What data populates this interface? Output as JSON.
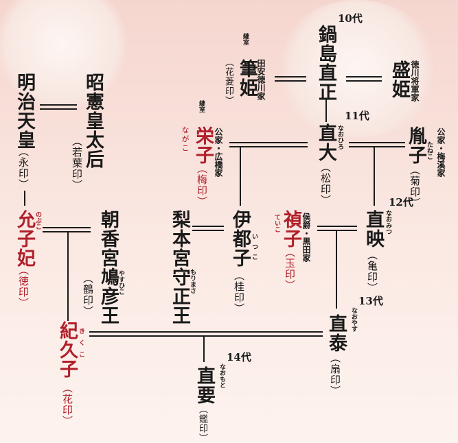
{
  "people": {
    "meiji": {
      "name": "明治天皇",
      "seal": "（永印）"
    },
    "shoken": {
      "name": "昭憲皇太后",
      "seal": "（若葉印）"
    },
    "nobuko": {
      "name": "允子妃",
      "furigana": "のぶこ",
      "seal": "（徳印）"
    },
    "asaka": {
      "name": "朝香宮鳩彦王",
      "furigana": "やすひこ",
      "seal": "（鶴印）"
    },
    "kikuko": {
      "name": "紀久子",
      "furigana": "きくこ",
      "seal": "（花印）"
    },
    "nashimoto": {
      "name": "梨本宮守正王",
      "furigana": "もりまさ"
    },
    "itsuko": {
      "name": "伊都子",
      "furigana": "いつこ",
      "seal": "（桂印）"
    },
    "fudehime": {
      "name": "筆姫",
      "title": "継室",
      "family": "田安徳川家",
      "seal": "（花菱印）"
    },
    "naomasa": {
      "name": "鍋島直正",
      "generation": "代"
    },
    "morihime": {
      "name": "盛姫",
      "family": "徳川将軍家"
    },
    "eiko": {
      "name": "栄子",
      "title": "継室",
      "furigana": "ながこ",
      "family": "公家・広橋家",
      "seal": "（梅印）"
    },
    "naohiro": {
      "name": "直大",
      "furigana": "なおひろ",
      "generation": "代",
      "seal": "（松印）"
    },
    "taneko": {
      "name": "胤子",
      "furigana": "たねこ",
      "family": "公家・梅溪家",
      "seal": "（菊印）"
    },
    "teiko": {
      "name": "禎子",
      "furigana": "ていこ",
      "family": "侯爵・黒田家",
      "seal": "（玉印）"
    },
    "naomitsu": {
      "name": "直映",
      "furigana": "なおみつ",
      "generation": "代",
      "seal": "（亀印）"
    },
    "naoyasu": {
      "name": "直泰",
      "furigana": "なおやす",
      "generation": "代",
      "seal": "（扇印）"
    },
    "naomoto": {
      "name": "直要",
      "furigana": "なおもと",
      "generation": "代",
      "seal": "（鑑印）"
    }
  },
  "generations": {
    "g10": "10",
    "g11": "11",
    "g12": "12",
    "g13": "13",
    "g14": "14"
  },
  "colors": {
    "ink": "#1a1a1a",
    "accent_red": "#b01f2a",
    "background_top": "#f5d6cf",
    "background_bottom": "#fdf3ef"
  },
  "icons": {
    "crest_left": "chrysanthemum-crest-icon",
    "crest_right": "nabeshima-crest-icon"
  }
}
